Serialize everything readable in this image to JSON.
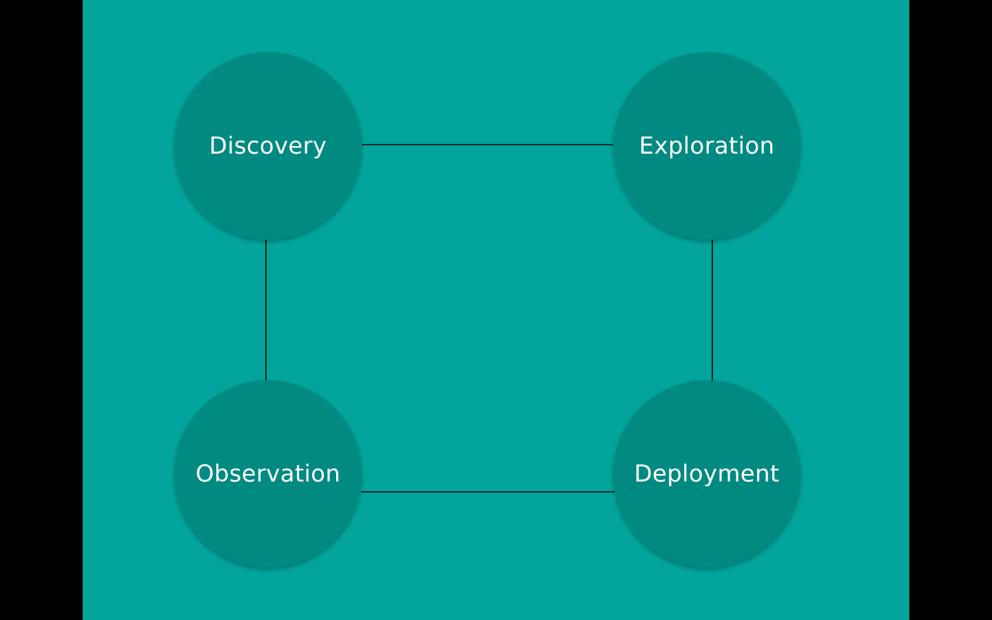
{
  "diagram": {
    "type": "cycle",
    "nodes": [
      {
        "id": "discovery",
        "label": "Discovery"
      },
      {
        "id": "exploration",
        "label": "Exploration"
      },
      {
        "id": "deployment",
        "label": "Deployment"
      },
      {
        "id": "observation",
        "label": "Observation"
      }
    ],
    "edges": [
      {
        "from": "discovery",
        "to": "exploration"
      },
      {
        "from": "exploration",
        "to": "deployment"
      },
      {
        "from": "deployment",
        "to": "observation"
      },
      {
        "from": "observation",
        "to": "discovery"
      }
    ]
  },
  "colors": {
    "letterbox": "#000000",
    "background": "#02A49B",
    "node_fill": "#008A82",
    "node_text": "#FFFFFF",
    "connector": "#000000"
  }
}
